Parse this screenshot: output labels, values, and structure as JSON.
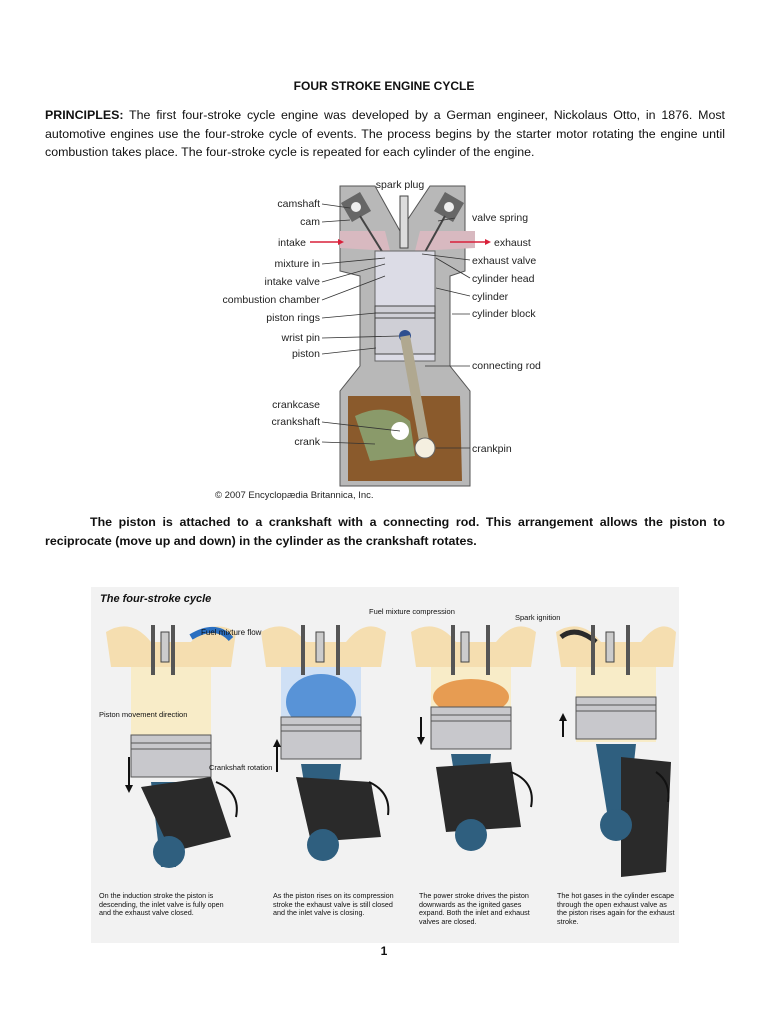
{
  "title": "FOUR STROKE ENGINE CYCLE",
  "principles": {
    "label": "PRINCIPLES:",
    "text": " The first four-stroke cycle engine was developed by a German engineer, Nickolaus Otto, in 1876. Most automotive engines use the four-stroke cycle of events. The process begins by the starter motor rotating the engine until combustion takes place. The four-stroke cycle is repeated for each cylinder of the engine."
  },
  "engine_diagram": {
    "labels_left": [
      "camshaft",
      "cam",
      "intake",
      "mixture in",
      "intake valve",
      "combustion chamber",
      "piston rings",
      "wrist pin",
      "piston",
      "crankcase",
      "crankshaft",
      "crank"
    ],
    "labels_right": [
      "valve spring",
      "exhaust",
      "exhaust valve",
      "cylinder head",
      "cylinder",
      "cylinder block",
      "connecting rod",
      "crankpin"
    ],
    "label_top": "spark plug",
    "copyright": "© 2007 Encyclopædia Britannica, Inc.",
    "colors": {
      "intake": "#d8b9c0",
      "block": "#b8b8b8",
      "crankcase": "#8a5a2c",
      "piston": "#d6d6dc",
      "arrow": "#d8203a"
    }
  },
  "piston_text": "The piston is attached to a crankshaft with a connecting rod. This arrangement allows the piston to reciprocate (move up and down) in the cylinder as the crankshaft rotates.",
  "four_stroke": {
    "title": "The four-stroke cycle",
    "callouts": {
      "fuel_flow": "Fuel mixture flow",
      "piston_dir": "Piston movement direction",
      "crank_rot": "Crankshaft rotation",
      "compression": "Fuel mixture compression",
      "ignition": "Spark ignition"
    },
    "captions": [
      "On the induction stroke the piston is descending, the inlet valve is fully open and the exhaust valve closed.",
      "As the piston rises on its compression stroke the exhaust valve is still closed and the inlet valve is closing.",
      "The power stroke drives the piston downwards as the ignited gases expand. Both the inlet and exhaust valves are closed.",
      "The hot gases in the cylinder escape through the open exhaust valve as the piston rises again for the exhaust stroke."
    ],
    "colors": {
      "bg": "#f2f2f2",
      "gas": "#f5deb0",
      "compress": "#3a7fd0",
      "flame": "#e07a20",
      "rod": "#2f5f7f",
      "crank": "#2a2a2a"
    }
  },
  "page_number": "1"
}
